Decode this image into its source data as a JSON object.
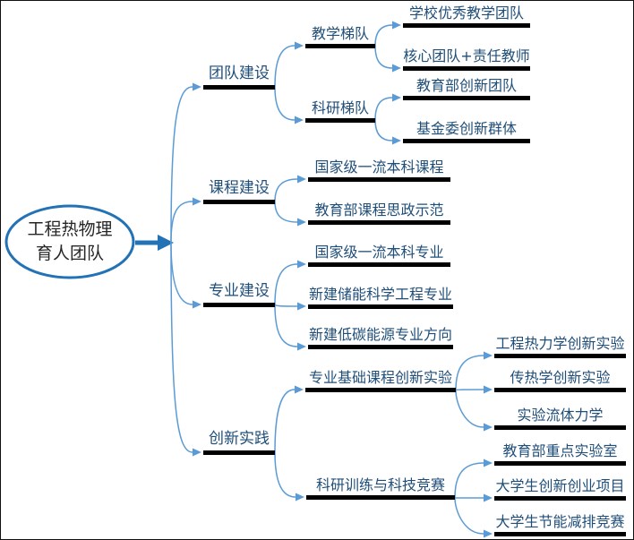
{
  "title": "工程热物理育人团队思维导图",
  "colors": {
    "connector": "#5B9BD5",
    "accent_dark_blue": "#2272B5",
    "node_text": "#1F4E79",
    "root_text": "#262626",
    "underline": "#000000"
  },
  "mindmap": {
    "root": {
      "line1": "工程热物理",
      "line2": "育人团队"
    },
    "branches": [
      {
        "label": "团队建设",
        "children": [
          {
            "label": "教学梯队",
            "children": [
              {
                "label": "学校优秀教学团队"
              },
              {
                "label": "核心团队+责任教师"
              }
            ]
          },
          {
            "label": "科研梯队",
            "children": [
              {
                "label": "教育部创新团队"
              },
              {
                "label": "基金委创新群体"
              }
            ]
          }
        ]
      },
      {
        "label": "课程建设",
        "children": [
          {
            "label": "国家级一流本科课程"
          },
          {
            "label": "教育部课程思政示范"
          }
        ]
      },
      {
        "label": "专业建设",
        "children": [
          {
            "label": "国家级一流本科专业"
          },
          {
            "label": "新建储能科学工程专业"
          },
          {
            "label": "新建低碳能源专业方向"
          }
        ]
      },
      {
        "label": "创新实践",
        "children": [
          {
            "label": "专业基础课程创新实验",
            "children": [
              {
                "label": "工程热力学创新实验"
              },
              {
                "label": "传热学创新实验"
              },
              {
                "label": "实验流体力学"
              }
            ]
          },
          {
            "label": "科研训练与科技竞赛",
            "children": [
              {
                "label": "教育部重点实验室"
              },
              {
                "label": "大学生创新创业项目"
              },
              {
                "label": "大学生节能减排竞赛"
              }
            ]
          }
        ]
      }
    ]
  }
}
